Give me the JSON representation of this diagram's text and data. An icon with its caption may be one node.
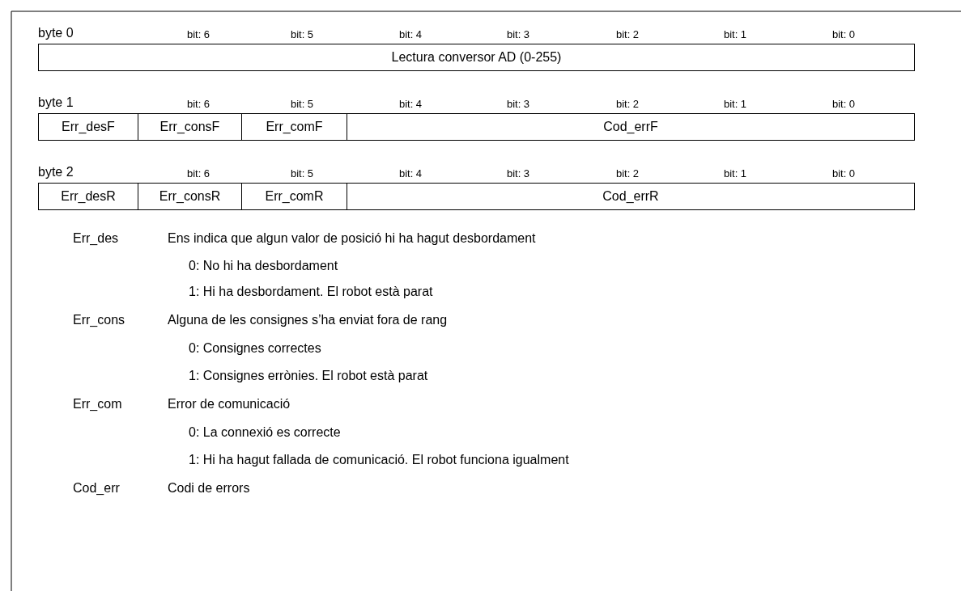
{
  "diagram": {
    "nodes": [
      {
        "text": [
          "Lectura conversor AD (0-255)"
        ]
      },
      {
        "text": [
          "Err_desF"
        ]
      },
      {
        "text": [
          "Err_consF"
        ]
      },
      {
        "text": [
          "Err_comF"
        ]
      },
      {
        "text": [
          "Cod_errF"
        ]
      },
      {
        "text": [
          "Err_desR"
        ]
      },
      {
        "text": [
          "Err_consR"
        ]
      },
      {
        "text": [
          "Err_comR"
        ]
      },
      {
        "text": [
          "Cod_errR"
        ]
      }
    ],
    "labels": [
      "byte 0",
      "bit: 6",
      "bit: 5",
      "bit: 4",
      "bit: 3",
      "bit: 2",
      "bit: 1",
      "bit: 0",
      "byte 1",
      "bit: 6",
      "bit: 5",
      "bit: 4",
      "bit: 3",
      "bit: 2",
      "bit: 1",
      "bit: 0",
      "byte 2",
      "bit: 6",
      "bit: 5",
      "bit: 4",
      "bit: 3",
      "bit: 2",
      "bit: 1",
      "bit: 0",
      "Err_des",
      "Ens indica que algun valor de posició hi ha hagut desbordament",
      "0: No hi ha desbordament",
      "1: Hi ha desbordament. El robot està parat",
      "Err_cons",
      "Alguna de les consignes s’ha enviat fora de rang",
      "0: Consignes correctes",
      "1: Consignes errònies. El robot està parat",
      "Err_com",
      "Error de comunicació",
      "0: La connexió es correcte",
      "1: Hi ha hagut fallada de comunicació. El robot funciona igualment",
      "Cod_err",
      "Codi de errors"
    ]
  }
}
